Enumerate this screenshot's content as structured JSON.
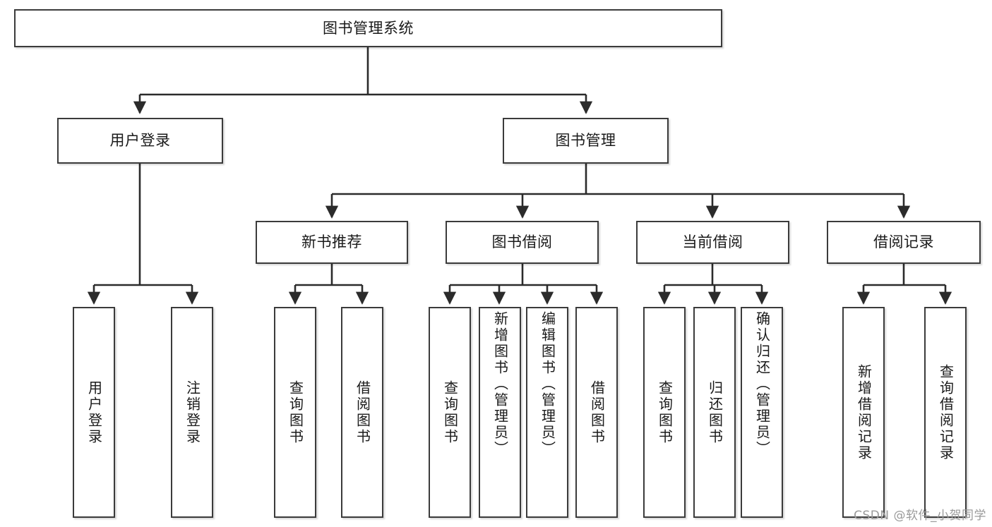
{
  "diagram": {
    "type": "tree-hierarchy",
    "title": "图书管理系统",
    "watermark": "CSDN @软件_小贺同学",
    "colors": {
      "border": "#3b3b3b",
      "background": "#ffffff",
      "text": "#1a1a1a",
      "connector": "#2b2b2b",
      "watermark": "#9a9a9a"
    },
    "nodes": {
      "root": {
        "label": "图书管理系统"
      },
      "level2": [
        {
          "id": "user-login",
          "label": "用户登录"
        },
        {
          "id": "book-manage",
          "label": "图书管理"
        }
      ],
      "level3": [
        {
          "id": "new-book-recommend",
          "label": "新书推荐"
        },
        {
          "id": "book-borrow",
          "label": "图书借阅"
        },
        {
          "id": "current-borrow",
          "label": "当前借阅"
        },
        {
          "id": "borrow-record",
          "label": "借阅记录"
        }
      ],
      "leaves": {
        "user_login": [
          {
            "id": "leaf-user-login",
            "label": "用户登录"
          },
          {
            "id": "leaf-logout-login",
            "label": "注销登录"
          }
        ],
        "new_book_recommend": [
          {
            "id": "leaf-query-book-1",
            "label": "查询图书"
          },
          {
            "id": "leaf-borrow-book-1",
            "label": "借阅图书"
          }
        ],
        "book_borrow": [
          {
            "id": "leaf-query-book-2",
            "label": "查询图书"
          },
          {
            "id": "leaf-add-book",
            "label": "新增图书（管理员）"
          },
          {
            "id": "leaf-edit-book",
            "label": "编辑图书（管理员）"
          },
          {
            "id": "leaf-borrow-book-2",
            "label": "借阅图书"
          }
        ],
        "current_borrow": [
          {
            "id": "leaf-query-book-3",
            "label": "查询图书"
          },
          {
            "id": "leaf-return-book",
            "label": "归还图书"
          },
          {
            "id": "leaf-confirm-return",
            "label": "确认归还（管理员）"
          }
        ],
        "borrow_record": [
          {
            "id": "leaf-add-record",
            "label": "新增借阅记录"
          },
          {
            "id": "leaf-query-record",
            "label": "查询借阅记录"
          }
        ]
      }
    }
  }
}
